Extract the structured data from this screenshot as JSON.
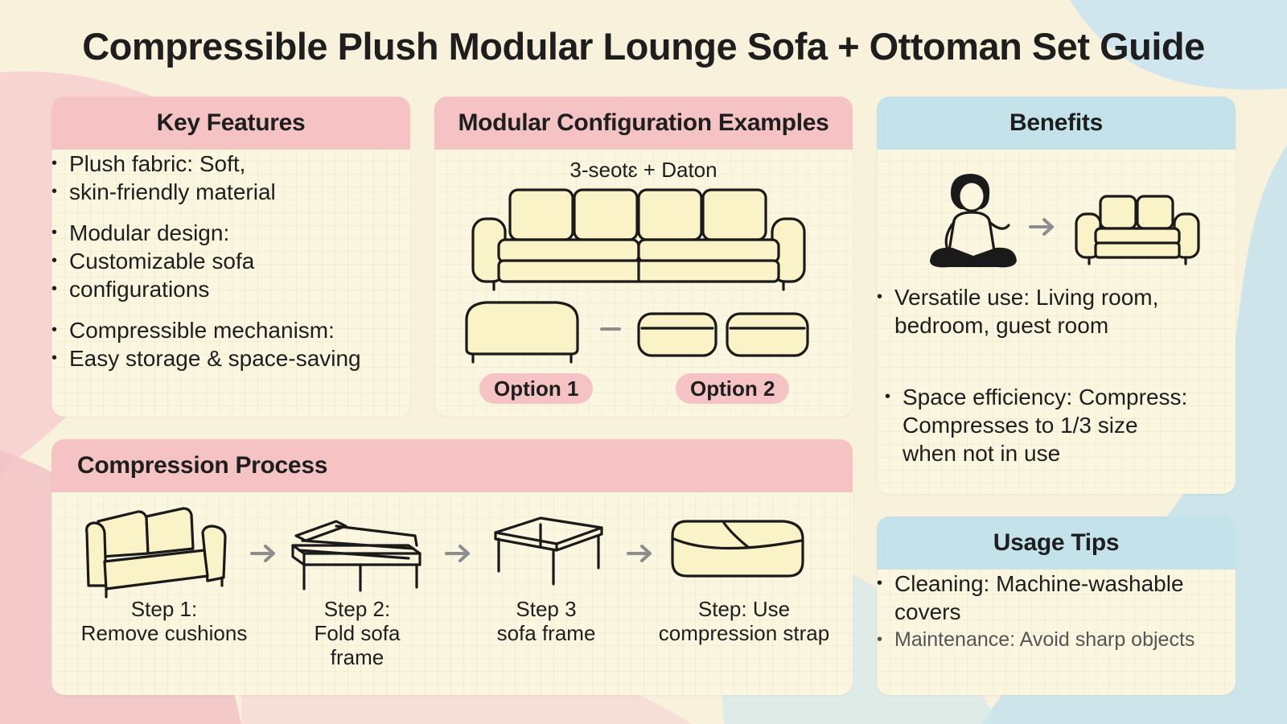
{
  "title": "Compressible Plush Modular Lounge Sofa + Ottoman Set Guide",
  "key_features": {
    "heading": "Key Features",
    "items": [
      "Plush fabric: Soft,",
      "skin-friendly material",
      "Modular design:",
      "Customizable sofa",
      "configurations",
      "Compressible mechanism:",
      "Easy storage & space-saving"
    ]
  },
  "modular": {
    "heading": "Modular Configuration Examples",
    "subtitle": "3-seotɛ + Daton",
    "option1": "Option 1",
    "option2": "Option 2"
  },
  "benefits": {
    "heading": "Benefits",
    "items": [
      "Versatile use: Living room, bedroom, guest room",
      "Space efficiency: Compress: Compresses to 1/3 size when not in use"
    ]
  },
  "compression": {
    "heading": "Compression Process",
    "steps": [
      [
        "Step 1:",
        "Remove cushions"
      ],
      [
        "Step 2:",
        "Fold sofa",
        "frame"
      ],
      [
        "Step 3",
        "sofa frame"
      ],
      [
        "Step: Use",
        "compression strap"
      ]
    ]
  },
  "tips": {
    "heading": "Usage Tips",
    "items": [
      "Cleaning: Machine-washable covers",
      "Maintenance: Avoid sharp objects"
    ]
  },
  "colors": {
    "pink_header": "#f5c3c3",
    "blue_header": "#c3e2ea",
    "card": "#fbf6df",
    "cushion": "#fbf3c8"
  }
}
